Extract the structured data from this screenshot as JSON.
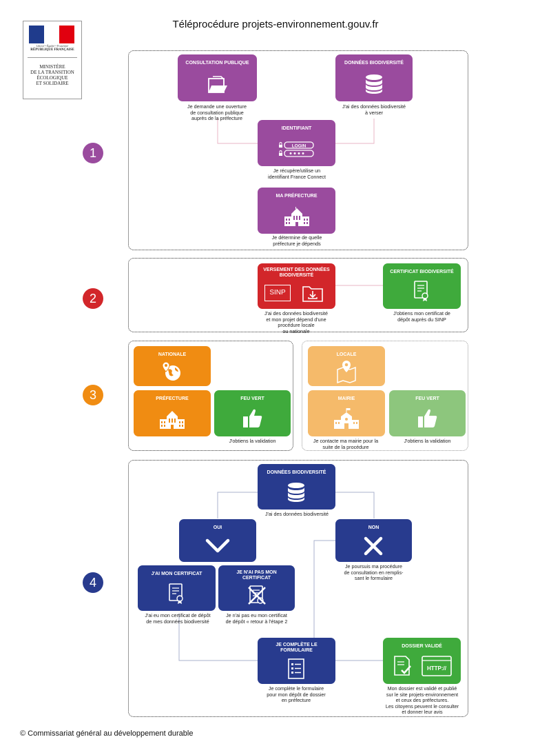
{
  "header": {
    "site": "Téléprocédure projets-environnement.gouv.fr",
    "logo": {
      "motto": "Liberté • Égalité • Fraternité",
      "republic": "RÉPUBLIQUE FRANÇAISE",
      "ministry": "MINISTÈRE\nDE LA TRANSITION\nÉCOLOGIQUE\nET SOLIDAIRE",
      "flag_colors": [
        "#1f3b8c",
        "#ffffff",
        "#e1000f"
      ]
    }
  },
  "colors": {
    "purple": "#9a4b9e",
    "red": "#d2262a",
    "green": "#3faa3c",
    "orange": "#f08c12",
    "navy": "#283b8e"
  },
  "steps": [
    {
      "number": "1",
      "color": "#9a4b9e"
    },
    {
      "number": "2",
      "color": "#d2262a"
    },
    {
      "number": "3",
      "color": "#f08c12"
    },
    {
      "number": "4",
      "color": "#283b8e"
    }
  ],
  "step1": {
    "consultation": {
      "title": "CONSULTATION PUBLIQUE",
      "icon": "folder-document-icon",
      "caption": "Je demande une ouverture\nde consultation publique\nauprès de la préfecture"
    },
    "donnees": {
      "title": "DONNÉES BIODIVERSITÉ",
      "icon": "database-icon",
      "caption": "J'ai des données biodiversité\nà verser"
    },
    "identifiant": {
      "title": "IDENTIFIANT",
      "icon": "login-icon",
      "login_text": "LOGIN",
      "caption": "Je récupère/utilise un\nidentifiant France Connect"
    },
    "prefecture": {
      "title": "MA PRÉFECTURE",
      "icon": "building-icon",
      "caption": "Je détermine de quelle\npréfecture je dépends"
    }
  },
  "step2": {
    "versement": {
      "title": "VERSEMENT DES DONNÉES\nBIODIVERSITÉ",
      "sinp": "SINP",
      "icon": "upload-folder-icon",
      "caption": "J'ai des données biodiversité\net mon projet dépend d'une\nprocédure locale\nou nationale"
    },
    "certificat": {
      "title": "CERTIFICAT BIODIVERSITÉ",
      "icon": "certificate-icon",
      "caption": "J'obtiens mon certificat de\ndépôt auprès du SINP"
    }
  },
  "step3": {
    "nationale": {
      "title": "NATIONALE",
      "icon": "globe-pin-icon"
    },
    "prefecture": {
      "title": "PRÉFECTURE",
      "icon": "building-icon"
    },
    "feu_vert_national": {
      "title": "FEU VERT",
      "icon": "thumbs-up-icon",
      "caption": "J'obtiens la validation"
    },
    "locale": {
      "title": "LOCALE",
      "icon": "map-pin-icon"
    },
    "mairie": {
      "title": "MAIRIE",
      "icon": "town-hall-icon",
      "caption": "Je contacte ma mairie pour la\nsuite de la procédure"
    },
    "feu_vert_local": {
      "title": "FEU VERT",
      "icon": "thumbs-up-icon",
      "caption": "J'obtiens la validation"
    }
  },
  "step4": {
    "donnees": {
      "title": "DONNÉES BIODIVERSITÉ",
      "icon": "database-icon",
      "caption": "J'ai des données biodiversité"
    },
    "oui": {
      "title": "OUI",
      "icon": "check-icon"
    },
    "non": {
      "title": "NON",
      "icon": "cross-icon",
      "caption": "Je poursuis ma procédure\nde consultation en remplis-\nsant le formulaire"
    },
    "ai_certificat": {
      "title": "J'AI MON CERTIFICAT",
      "icon": "certificate-icon",
      "caption": "J'ai eu mon certificat de dépôt\nde mes données biodiversité"
    },
    "pas_certificat": {
      "title": "JE N'AI PAS MON\nCERTIFICAT",
      "icon": "crossed-certificate-icon",
      "caption": "Je n'ai pas eu mon certificat\nde dépôt « retour à l'étape 2"
    },
    "formulaire": {
      "title": "JE COMPLÈTE LE\nFORMULAIRE",
      "icon": "form-icon",
      "caption": "Je complète le formulaire\npour mon dépôt de dossier\nen préfecture"
    },
    "dossier": {
      "title": "DOSSIER VALIDÉ",
      "icon": "validated-document-icon",
      "http": "HTTP://",
      "caption": "Mon dossier est validé et publié\nsur le site projets-environnement\net ceux des préfectures.\nLes citoyens peuvent le consulter\net donner leur avis"
    }
  },
  "footer": {
    "copyright": "© Commissariat général au développement durable"
  }
}
